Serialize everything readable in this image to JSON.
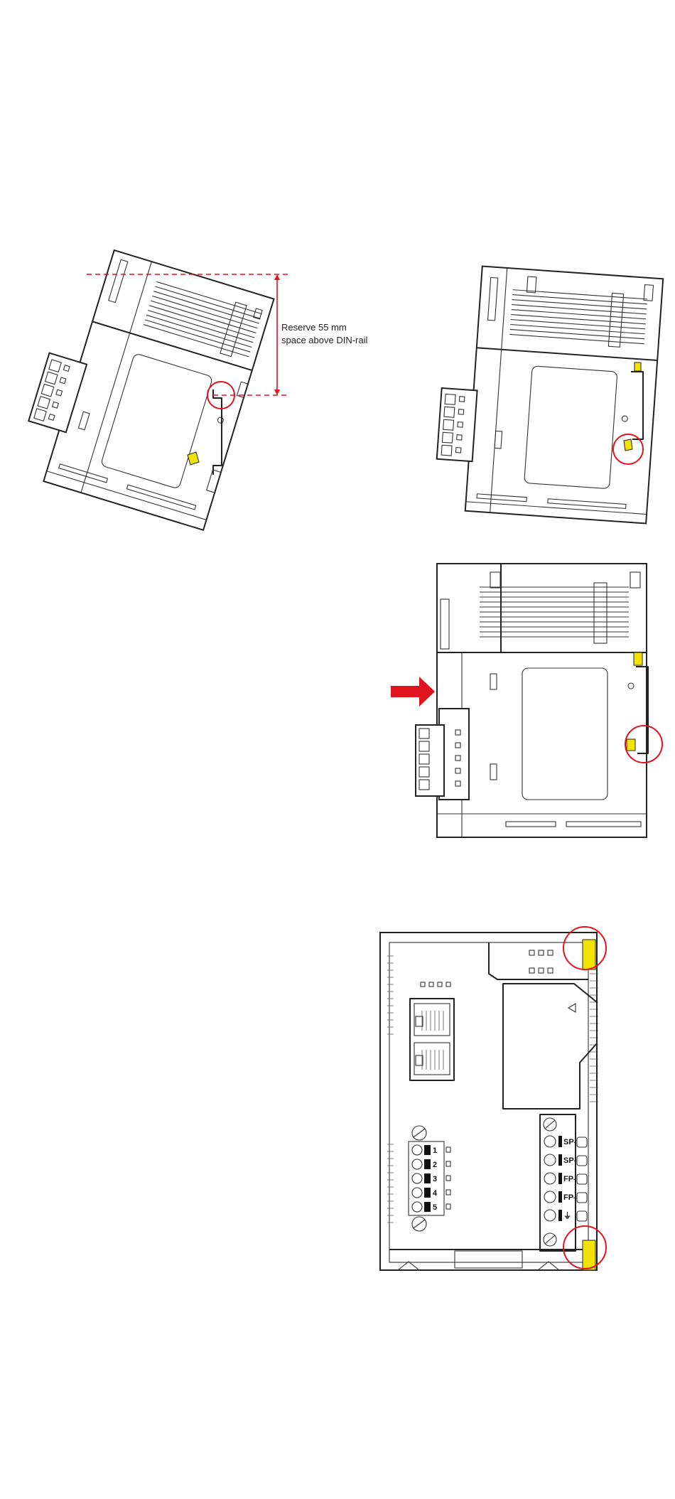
{
  "annotation": {
    "line1": "Reserve 55 mm",
    "line2": "space above DIN-rail"
  },
  "terminals_left": [
    "1",
    "2",
    "3",
    "4",
    "5"
  ],
  "terminals_right": [
    "SP-",
    "SP-",
    "FP-",
    "FP-",
    "⏚"
  ],
  "colors": {
    "highlight": "#e0141e",
    "latch": "#f2e200",
    "line": "#222222"
  }
}
